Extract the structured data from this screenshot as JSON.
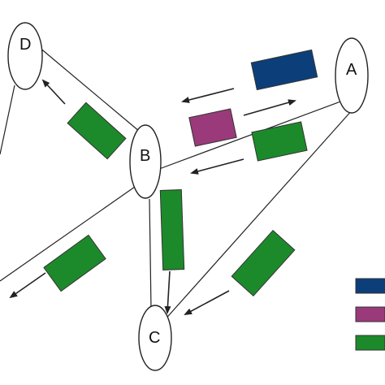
{
  "nodes": {
    "a": "A",
    "b": "B",
    "c": "C",
    "d": "D"
  },
  "legend": {
    "swatches": [
      "#0c3f7a",
      "#9a3a7a",
      "#1c8a2a"
    ]
  },
  "colors": {
    "navy": "#0c3f7a",
    "magenta": "#9a3a7a",
    "green": "#1c8a2a",
    "edge": "#222222"
  }
}
